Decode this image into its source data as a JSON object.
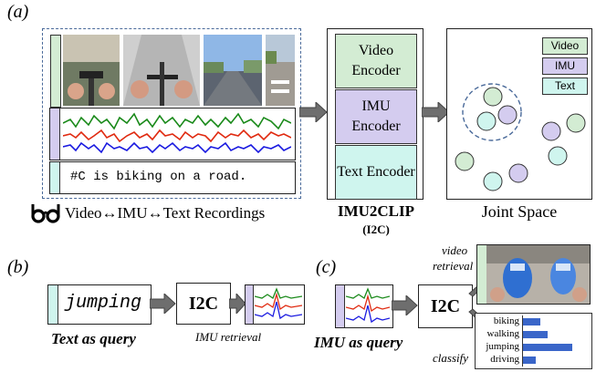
{
  "panels": {
    "a": "(a)",
    "b": "(b)",
    "c": "(c)"
  },
  "recording": {
    "caption_text": "#C is biking on a road.",
    "footer_label": "Video↔IMU↔Text Recordings"
  },
  "encoders": {
    "video": "Video Encoder",
    "imu": "IMU Encoder",
    "text": "Text Encoder",
    "model_name": "IMU2CLIP",
    "model_abbr": "(I2C)"
  },
  "joint_space": {
    "title": "Joint Space",
    "legend": [
      "Video",
      "IMU",
      "Text"
    ]
  },
  "panel_b": {
    "query_word": "jumping",
    "model": "I2C",
    "query_label": "Text as query",
    "retrieval_label": "IMU retrieval"
  },
  "panel_c": {
    "model": "I2C",
    "query_label": "IMU as query",
    "video_label_1": "video",
    "video_label_2": "retrieval",
    "classify_label": "classify",
    "classes": [
      "biking",
      "walking",
      "jumping",
      "driving"
    ],
    "scores": [
      0.26,
      0.38,
      0.75,
      0.2
    ]
  },
  "colors": {
    "video": "#d3ecd3",
    "imu": "#d4ccef",
    "text": "#cff5ee",
    "bar": "#3a66c9",
    "dash": "#4a6a9a"
  }
}
